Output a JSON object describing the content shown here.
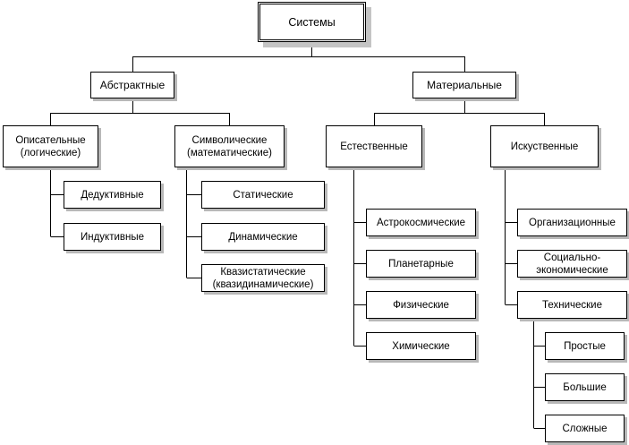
{
  "diagram": {
    "root": "Системы",
    "abstract": {
      "label": "Абстрактные",
      "descriptive": {
        "label": "Описательные\n(логические)",
        "children": [
          "Дедуктивные",
          "Индуктивные"
        ]
      },
      "symbolic": {
        "label": "Символические\n(математические)",
        "children": [
          "Статические",
          "Динамические",
          "Квазистатические\n(квазидинамические)"
        ]
      }
    },
    "material": {
      "label": "Материальные",
      "natural": {
        "label": "Естественные",
        "children": [
          "Астрокосмические",
          "Планетарные",
          "Физические",
          "Химические"
        ]
      },
      "artificial": {
        "label": "Искуственные",
        "children": [
          "Организационные",
          "Социально-\nэкономические",
          "Технические"
        ],
        "technical_children": [
          "Простые",
          "Большие",
          "Сложные"
        ]
      }
    }
  }
}
